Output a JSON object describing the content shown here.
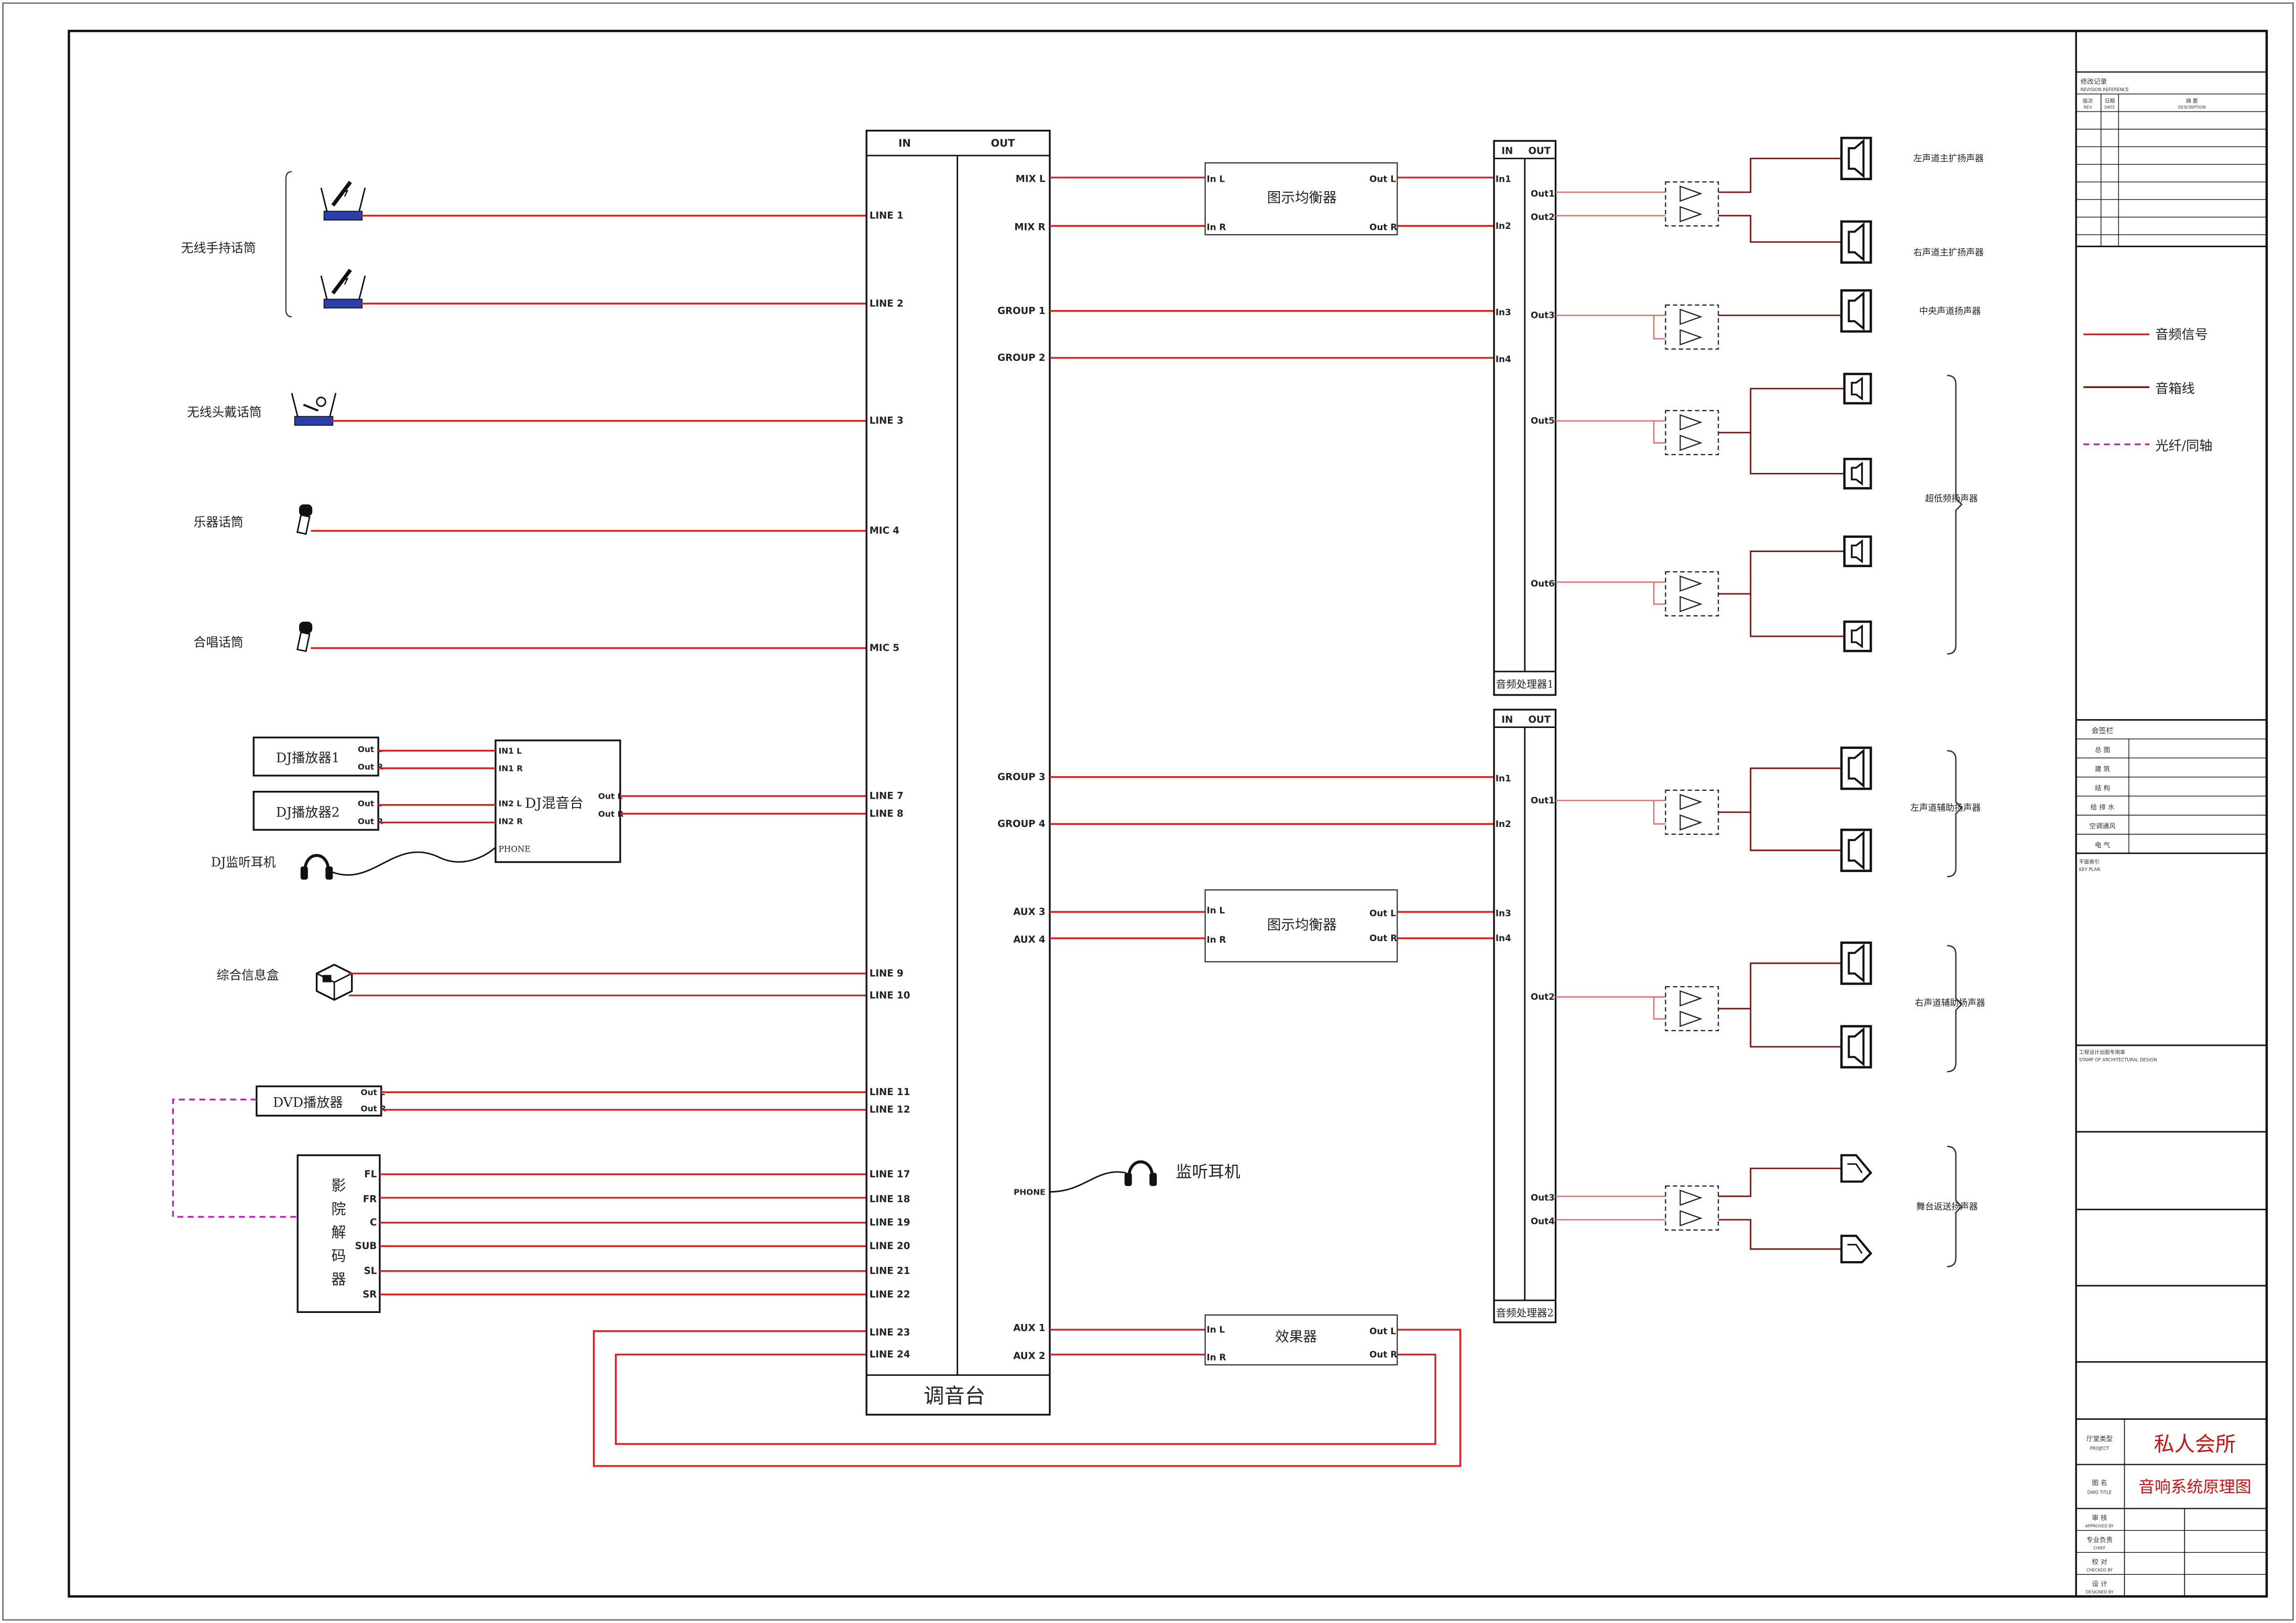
{
  "colors": {
    "audio_signal": "#d42020",
    "speaker_cable": "#7a1010",
    "fiber_coax": "#c020c0",
    "ink": "#111111",
    "title_red": "#cc1111"
  },
  "mixer": {
    "name": "调音台",
    "in_header": "IN",
    "out_header": "OUT",
    "inputs": [
      "LINE 1",
      "LINE 2",
      "LINE  3",
      "MIC 4",
      "MIC 5",
      "LINE 7",
      "LINE 8",
      "LINE 9",
      "LINE 10",
      "LINE 11",
      "LINE 12",
      "LINE 17",
      "LINE 18",
      "LINE 19",
      "LINE 20",
      "LINE 21",
      "LINE 22",
      "LINE 23",
      "LINE 24"
    ],
    "outputs": [
      "MIX L",
      "MIX R",
      "GROUP 1",
      "GROUP 2",
      "GROUP 3",
      "GROUP 4",
      "AUX 3",
      "AUX 4",
      "PHONE",
      "AUX 1",
      "AUX 2"
    ]
  },
  "sources": {
    "wireless_handheld": "无线手持话筒",
    "wireless_headset": "无线头戴话筒",
    "instrument_mic": "乐器话筒",
    "choir_mic": "合唱话筒",
    "dj_player_1": "DJ播放器1",
    "dj_player_2": "DJ播放器2",
    "dj_monitor_headphone": "DJ监听耳机",
    "info_box": "综合信息盒",
    "dvd_player": "DVD播放器",
    "cinema_decoder": [
      "影",
      "院",
      "解",
      "码",
      "器"
    ],
    "decoder_outputs": [
      "FL",
      "FR",
      "C",
      "SUB",
      "SL",
      "SR"
    ],
    "out_l": "Out L",
    "out_r": "Out R"
  },
  "dj_mixer": {
    "name": "DJ混音台",
    "inputs": [
      "IN1 L",
      "IN1 R",
      "IN2 L",
      "IN2 R"
    ],
    "outputs": [
      "Out L",
      "Out R"
    ],
    "phone": "PHONE"
  },
  "processors": {
    "graphic_eq": "图示均衡器",
    "effects": "效果器",
    "in_l": "In L",
    "in_r": "In R",
    "out_l": "Out L",
    "out_r": "Out R",
    "monitor_headphone": "监听耳机"
  },
  "audio_processor_1": {
    "name": "音频处理器1",
    "inputs": [
      "In1",
      "In2",
      "In3",
      "In4"
    ],
    "outputs": [
      "Out1",
      "Out2",
      "Out3",
      "Out5",
      "Out6"
    ]
  },
  "audio_processor_2": {
    "name": "音频处理器2",
    "inputs": [
      "In1",
      "In2",
      "In3",
      "In4"
    ],
    "outputs": [
      "Out1",
      "Out2",
      "Out3",
      "Out4"
    ]
  },
  "speakers": {
    "left_main": "左声道主扩扬声器",
    "right_main": "右声道主扩扬声器",
    "center": "中央声道扬声器",
    "subwoofer": "超低频扬声器",
    "left_aux": "左声道辅助扬声器",
    "right_aux": "右声道辅助扬声器",
    "stage_return": "舞台返送扬声器"
  },
  "legend": {
    "audio_signal": "音频信号",
    "speaker_cable": "音箱线",
    "fiber_coax": "光纤/同轴"
  },
  "title_block": {
    "revision_record": "修改记录",
    "revision_record_en": "REVISION REFERENCE",
    "revision_cols": [
      "版次",
      "日期",
      "摘    要"
    ],
    "revision_cols_en": [
      "REV",
      "DATE",
      "DESCRIPTION"
    ],
    "sign_section": "会签栏",
    "disciplines": [
      "总   图",
      "建   筑",
      "结   构",
      "给 排 水",
      "空调通风",
      "电   气"
    ],
    "key_plan": "平面索引",
    "key_plan_en": "KEY PLAN",
    "stamp": "工程设计出图专用章",
    "stamp_en": "STAMP OF ARCHITECTURAL DESIGN",
    "project_label": "厅堂类型",
    "project_label_en": "PROJECT",
    "project_name": "私人会所",
    "drawing_label": "图   名",
    "drawing_label_en": "DWG TITLE",
    "drawing_title": "音响系统原理图",
    "approval_rows": [
      {
        "cn": "审   核",
        "en": "APPROVED BY"
      },
      {
        "cn": "专业负责",
        "en": "CHIEF"
      },
      {
        "cn": "校   对",
        "en": "CHECKED BY"
      },
      {
        "cn": "设   计",
        "en": "DESIGNED BY"
      }
    ]
  }
}
